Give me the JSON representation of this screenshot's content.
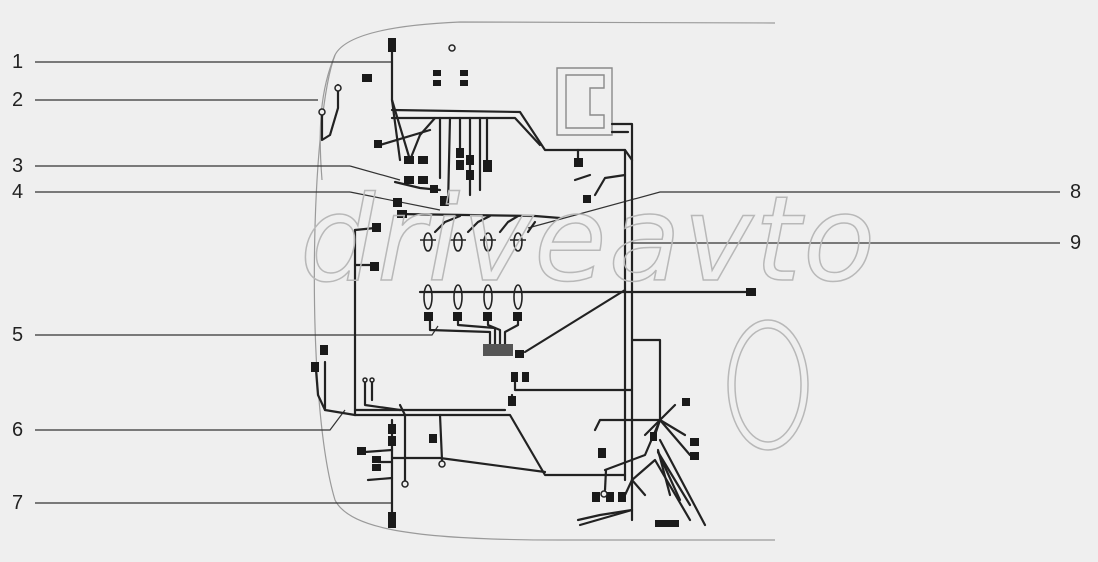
{
  "watermark": "driveavto",
  "callouts": {
    "c1": "1",
    "c2": "2",
    "c3": "3",
    "c4": "4",
    "c5": "5",
    "c6": "6",
    "c7": "7",
    "c8": "8",
    "c9": "9"
  },
  "colors": {
    "background": "#efefef",
    "wire": "#222222",
    "outline": "#999999",
    "watermark": "#b8b8b8"
  }
}
